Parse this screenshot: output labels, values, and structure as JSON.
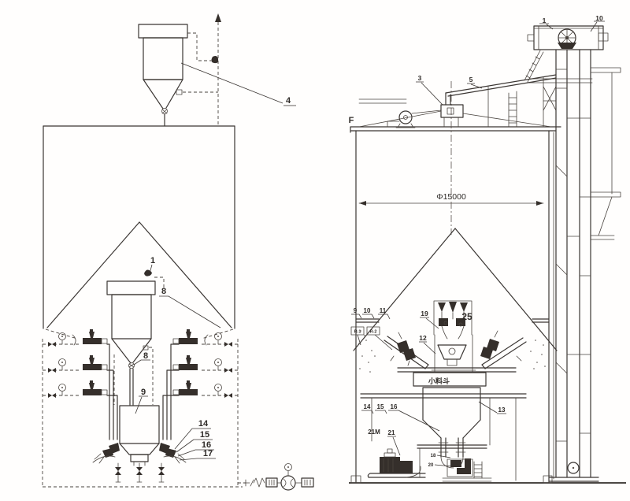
{
  "colors": {
    "ink": "#3b3633",
    "paper": "#ffffff"
  },
  "left_view": {
    "name": "pneumatic conveying schematic",
    "callouts": [
      {
        "part": "dust-collector",
        "text": "4"
      },
      {
        "part": "relief-valve",
        "text": "1"
      },
      {
        "part": "inner-cone",
        "text": "8"
      },
      {
        "part": "discharge-valve",
        "text": "8"
      },
      {
        "part": "surge-bin",
        "text": "9"
      },
      {
        "part": "fluidizer-a",
        "text": "14"
      },
      {
        "part": "fluidizer-b",
        "text": "15"
      },
      {
        "part": "fluidizer-c",
        "text": "16"
      },
      {
        "part": "fluidizer-d",
        "text": "17"
      }
    ]
  },
  "right_view": {
    "name": "silo elevation",
    "dimension": {
      "text": "Φ15000"
    },
    "hopper_caption": {
      "text": "小料斗"
    },
    "callouts": [
      {
        "part": "elevator-head",
        "text": "1"
      },
      {
        "part": "elevator-drive",
        "text": "10"
      },
      {
        "part": "roof-feeder",
        "text": "3"
      },
      {
        "part": "incline-pipe",
        "text": "5"
      },
      {
        "part": "section-mark",
        "text": "F"
      },
      {
        "part": "landing-a",
        "text": "9"
      },
      {
        "part": "landing-b",
        "text": "10"
      },
      {
        "part": "landing-c",
        "text": "11"
      },
      {
        "part": "tag-r1",
        "text": "R-1"
      },
      {
        "part": "tag-r2",
        "text": "R-2"
      },
      {
        "part": "frame",
        "text": "19"
      },
      {
        "part": "filter-cluster",
        "text": "25"
      },
      {
        "part": "weigh-hopper",
        "text": "12"
      },
      {
        "part": "spout-a",
        "text": "14"
      },
      {
        "part": "spout-b",
        "text": "15"
      },
      {
        "part": "spout-c",
        "text": "16"
      },
      {
        "part": "lower-hopper",
        "text": "13"
      },
      {
        "part": "motor",
        "text": "21M"
      },
      {
        "part": "pump",
        "text": "21"
      },
      {
        "part": "feeder-a",
        "text": "18"
      },
      {
        "part": "feeder-b",
        "text": "20"
      }
    ]
  }
}
